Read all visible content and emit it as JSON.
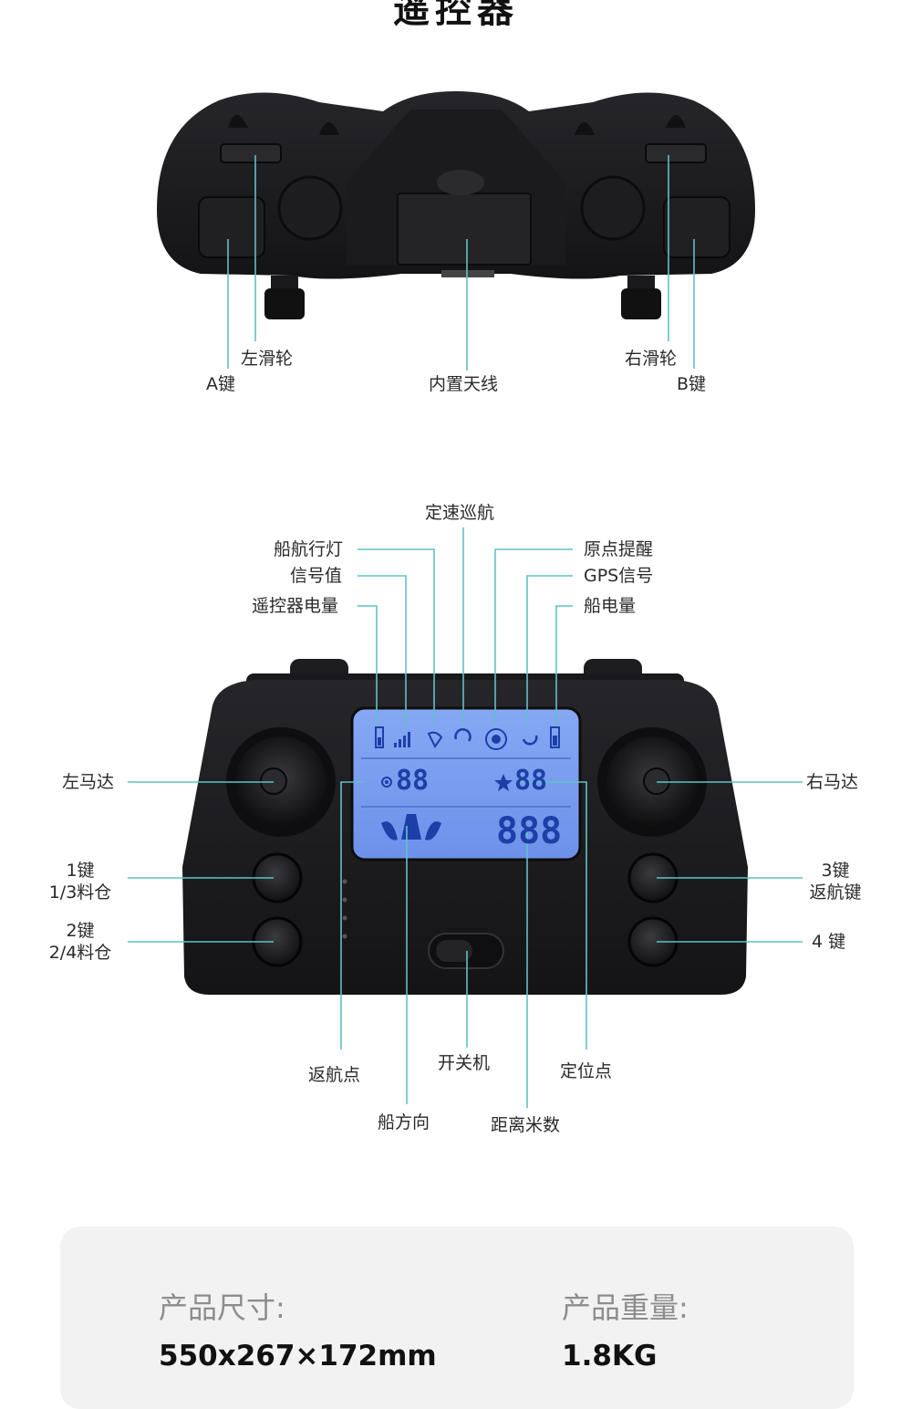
{
  "page_title": "遥控器",
  "top_view": {
    "labels": {
      "a_key": "A键",
      "left_wheel": "左滑轮",
      "antenna": "内置天线",
      "right_wheel": "右滑轮",
      "b_key": "B键"
    }
  },
  "front_view": {
    "labels": {
      "cruise": "定速巡航",
      "nav_light": "船航行灯",
      "signal": "信号值",
      "controller_battery": "遥控器电量",
      "origin_alert": "原点提醒",
      "gps_signal": "GPS信号",
      "boat_battery": "船电量",
      "left_motor": "左马达",
      "right_motor": "右马达",
      "key1_line1": "1键",
      "key1_line2": "1/3料仓",
      "key2_line1": "2键",
      "key2_line2": "2/4料仓",
      "key3_line1": "3键",
      "key3_line2": "返航键",
      "key4": "4 键",
      "return_point": "返航点",
      "power": "开关机",
      "position_point": "定位点",
      "boat_direction": "船方向",
      "distance": "距离米数"
    },
    "lcd": {
      "left_digits": "88",
      "right_digits": "88",
      "distance_digits": "888",
      "screen_color": "#7b9ef0"
    }
  },
  "specs": {
    "size_label": "产品尺寸:",
    "size_value": "550x267×172mm",
    "weight_label": "产品重量:",
    "weight_value": "1.8KG"
  },
  "colors": {
    "leader_line": "#5fc2c6",
    "body": "#151517",
    "background": "#ffffff"
  }
}
